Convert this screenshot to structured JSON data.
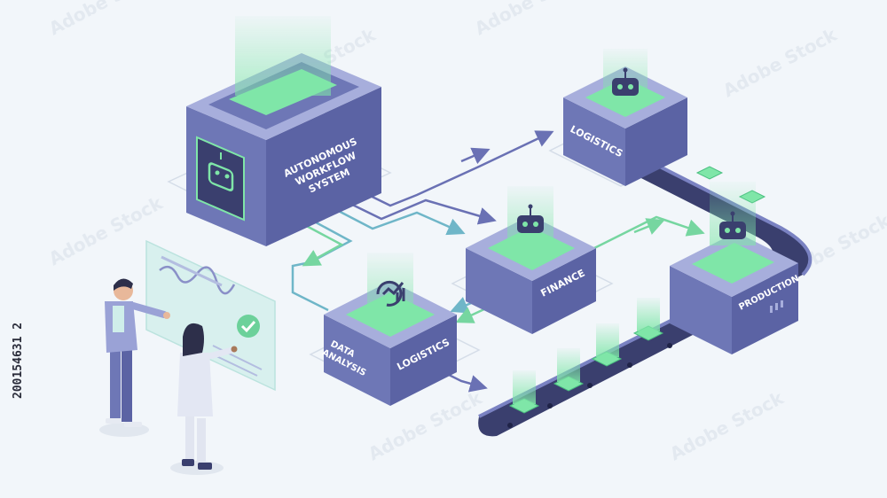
{
  "title": "AUTONOMOUS WORKFLOW SYSTEM",
  "title_lines": [
    "AUTONOMOUS",
    "WORKFLOW",
    "SYSTEM"
  ],
  "nodes": {
    "logistics_top": "LOGISTICS",
    "finance": "FINANCE",
    "production": "PRODUCTION",
    "data_analysis_lines": [
      "DATA",
      "ANALYSIS"
    ],
    "logistics_bottom": "LOGISTICS"
  },
  "stock_id": "200154631 2",
  "watermark": "Adobe Stock",
  "colors": {
    "background": "#f2f6fa",
    "block_top": "#a7aedc",
    "block_left": "#6e77b6",
    "block_right": "#5b63a4",
    "screen_green": "#7fe6a8",
    "arrow_purple": "#6a71b4",
    "arrow_teal": "#6fb6c8",
    "arrow_green": "#76d6a0",
    "belt_dark": "#3a3f6e"
  },
  "icons": [
    "robot-icon",
    "chart-icon",
    "checkmark-icon"
  ]
}
